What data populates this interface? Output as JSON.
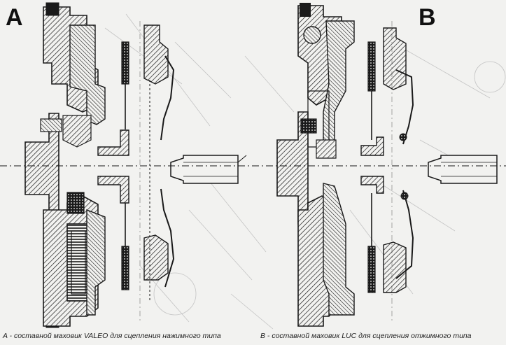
{
  "panels": [
    {
      "letter": "A",
      "caption": "A -    составной маховик VALEO для сцепления нажимного типа"
    },
    {
      "letter": "B",
      "caption": "B -    составной маховик LUC для сцепления отжимного типа"
    }
  ],
  "colors": {
    "ink": "#1a1a1a",
    "paper": "#f2f2f0",
    "background_sketch": "#b8b8b8"
  }
}
